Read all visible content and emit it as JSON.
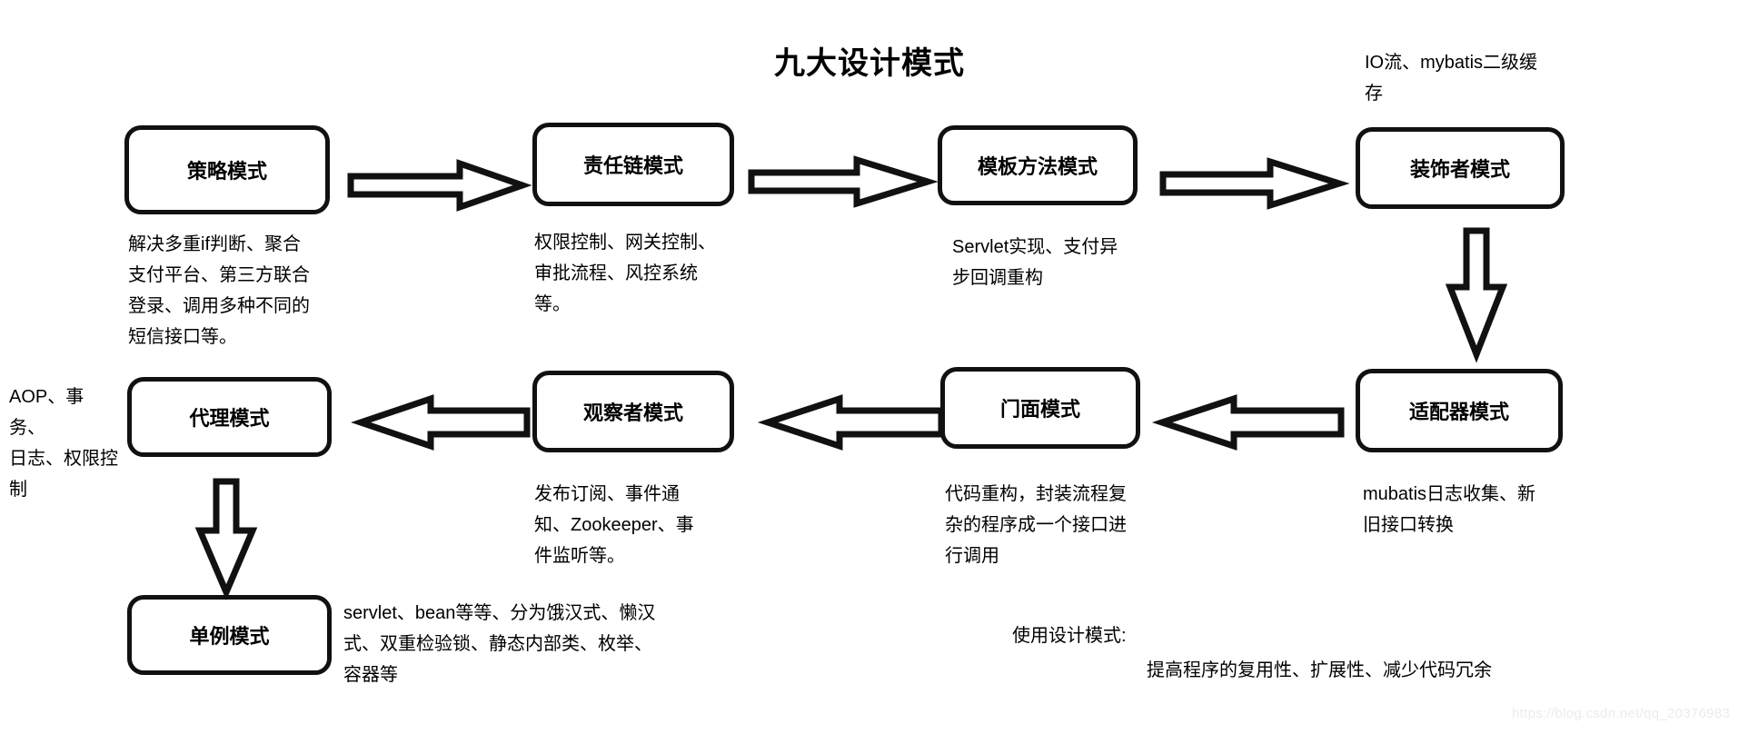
{
  "title": "九大设计模式",
  "nodes": [
    {
      "id": "strategy",
      "label": "策略模式",
      "note": "解决多重if判断、聚合\n支付平台、第三方联合\n登录、调用多种不同的\n短信接口等。"
    },
    {
      "id": "chain",
      "label": "责任链模式",
      "note": "权限控制、网关控制、\n审批流程、风控系统\n等。"
    },
    {
      "id": "template",
      "label": "模板方法模式",
      "note": "Servlet实现、支付异\n步回调重构"
    },
    {
      "id": "decorator",
      "label": "装饰者模式",
      "note": "IO流、mybatis二级缓\n存"
    },
    {
      "id": "adapter",
      "label": "适配器模式",
      "note": "mubatis日志收集、新\n旧接口转换"
    },
    {
      "id": "facade",
      "label": "门面模式",
      "note": "代码重构，封装流程复\n杂的程序成一个接口进\n行调用"
    },
    {
      "id": "observer",
      "label": "观察者模式",
      "note": "发布订阅、事件通\n知、Zookeeper、事\n件监听等。"
    },
    {
      "id": "proxy",
      "label": "代理模式",
      "note": "AOP、事务、\n日志、权限控\n制"
    },
    {
      "id": "singleton",
      "label": "单例模式",
      "note": "servlet、bean等等、分为饿汉式、懒汉\n式、双重检验锁、静态内部类、枚举、\n容器等"
    }
  ],
  "arrows": [
    {
      "id": "strategy-to-chain",
      "direction": "right"
    },
    {
      "id": "chain-to-template",
      "direction": "right"
    },
    {
      "id": "template-to-decorator",
      "direction": "right"
    },
    {
      "id": "decorator-to-adapter",
      "direction": "down"
    },
    {
      "id": "adapter-to-facade",
      "direction": "left"
    },
    {
      "id": "facade-to-observer",
      "direction": "left"
    },
    {
      "id": "observer-to-proxy",
      "direction": "left"
    },
    {
      "id": "proxy-to-singleton",
      "direction": "down"
    }
  ],
  "footer": {
    "heading": "使用设计模式:",
    "body": "提高程序的复用性、扩展性、减少代码冗余"
  },
  "watermark": "https://blog.csdn.net/qq_20376983",
  "colors": {
    "stroke": "#111111",
    "background": "#ffffff",
    "text": "#000000",
    "watermark": "#ececec"
  }
}
